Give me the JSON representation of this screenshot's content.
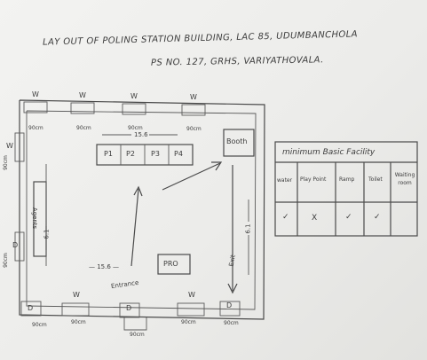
{
  "title_line1": "LAY OUT OF POLING STATION BUILDING, LAC 85, UDUMBANCHOLA",
  "title_line2": "PS NO. 127, GRHS, VARIYATHOVALA.",
  "window_mark": "W",
  "door_mark": "D",
  "dimensions": {
    "width_90cm": "90cm",
    "len_15_6": "15.6",
    "len_15_6_bottom": "— 15.6 —",
    "len_6_1": "6.1",
    "len_6_1_right": "6.1"
  },
  "rooms": {
    "p1": "P1",
    "p2": "P2",
    "p3": "P3",
    "p4": "P4",
    "booth": "Booth",
    "pro": "PRO",
    "agents": "Agents",
    "entrance": "Entrance",
    "exit": "Exit"
  },
  "facility_table": {
    "title": "minimum Basic Facility",
    "headers": [
      "water",
      "Play Point",
      "Ramp",
      "Toilet",
      "Waiting room"
    ],
    "values": [
      "✓",
      "X",
      "✓",
      "✓",
      ""
    ]
  }
}
